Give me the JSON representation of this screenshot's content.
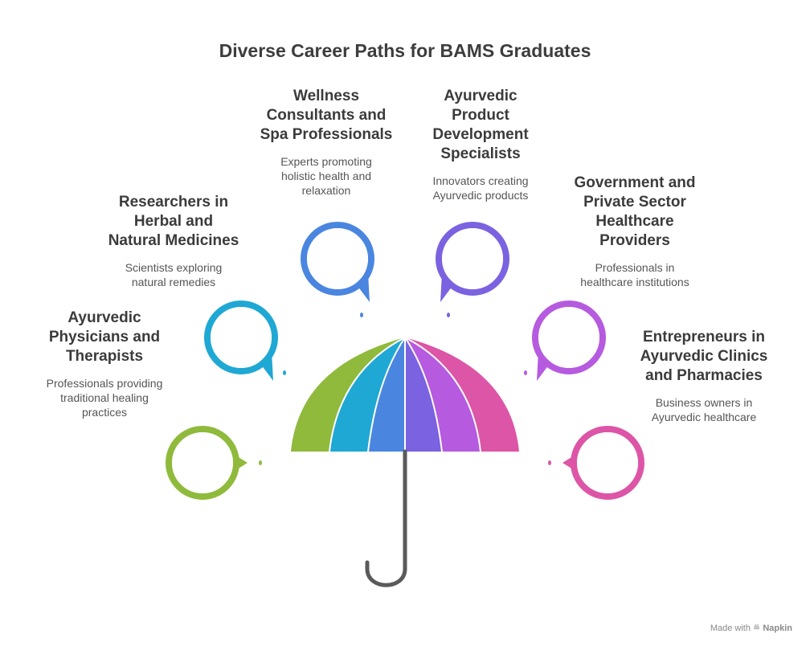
{
  "title": "Diverse Career Paths for BAMS Graduates",
  "careers": [
    {
      "heading": "Ayurvedic\nPhysicians and\nTherapists",
      "description": "Professionals providing\ntraditional healing\npractices",
      "color": "#8fba3c",
      "icon": "speech-bubble-icon"
    },
    {
      "heading": "Researchers in\nHerbal and\nNatural Medicines",
      "description": "Scientists exploring\nnatural remedies",
      "color": "#1fa8d4",
      "icon": "speech-bubble-icon"
    },
    {
      "heading": "Wellness\nConsultants and\nSpa Professionals",
      "description": "Experts promoting\nholistic health and\nrelaxation",
      "color": "#4a86e0",
      "icon": "speech-bubble-icon"
    },
    {
      "heading": "Ayurvedic\nProduct\nDevelopment\nSpecialists",
      "description": "Innovators creating\nAyurvedic products",
      "color": "#7b62e0",
      "icon": "speech-bubble-icon"
    },
    {
      "heading": "Government and\nPrivate Sector\nHealthcare\nProviders",
      "description": "Professionals in\nhealthcare institutions",
      "color": "#b65ae0",
      "icon": "speech-bubble-icon"
    },
    {
      "heading": "Entrepreneurs in\nAyurvedic Clinics\nand Pharmacies",
      "description": "Business owners in\nAyurvedic healthcare",
      "color": "#dd55a6",
      "icon": "speech-bubble-icon"
    }
  ],
  "umbrella": {
    "handle_color": "#5a5a5a"
  },
  "footer": {
    "made_with": "Made with",
    "brand": "Napkin"
  }
}
